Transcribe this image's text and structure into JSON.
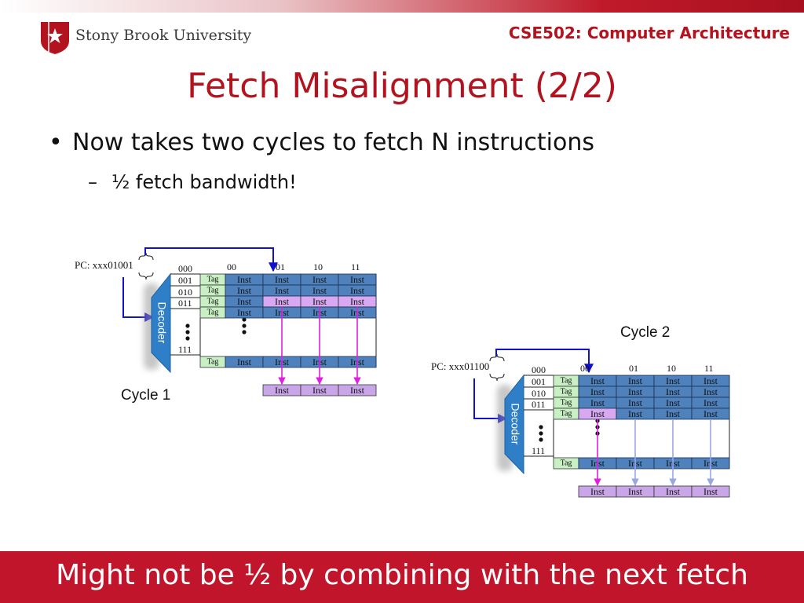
{
  "header": {
    "logo_text": "Stony Brook University",
    "course": "CSE502: Computer Architecture"
  },
  "slide": {
    "title": "Fetch Misalignment (2/2)",
    "bullets": [
      {
        "text": "Now takes two cycles to fetch N instructions"
      },
      {
        "text": "½ fetch bandwidth!"
      }
    ]
  },
  "diagram": {
    "decoder_label": "Decoder",
    "set_labels": [
      "000",
      "001",
      "010",
      "011",
      "111"
    ],
    "column_labels": [
      "00",
      "01",
      "10",
      "11"
    ],
    "tag_label": "Tag",
    "inst_label": "Inst",
    "ellipsis": "•••",
    "colors": {
      "accent": "#b3131f",
      "tag_fill": "#c9f0c4",
      "inst_fill": "#4f81bd",
      "highlight_fill": "#d8a8f0",
      "output_fill": "#c9a6e8",
      "magenta_wire": "#e020e0",
      "blue_wire": "#1010d0",
      "light_wire": "#9aa6e8"
    },
    "cycle1": {
      "pc_label": "PC: xxx01001",
      "cycle_label": "Cycle 1",
      "highlight_row": 2,
      "highlight_cols": [
        1,
        2,
        3
      ],
      "outputs": [
        "Inst",
        "Inst",
        "Inst"
      ]
    },
    "cycle2": {
      "pc_label": "PC: xxx01100",
      "cycle_label": "Cycle 2",
      "highlight_row": 3,
      "highlight_cols": [
        0
      ],
      "outputs": [
        "Inst",
        "Inst",
        "Inst",
        "Inst"
      ]
    }
  },
  "footer": {
    "text": "Might not be ½ by combining with the next fetch"
  }
}
